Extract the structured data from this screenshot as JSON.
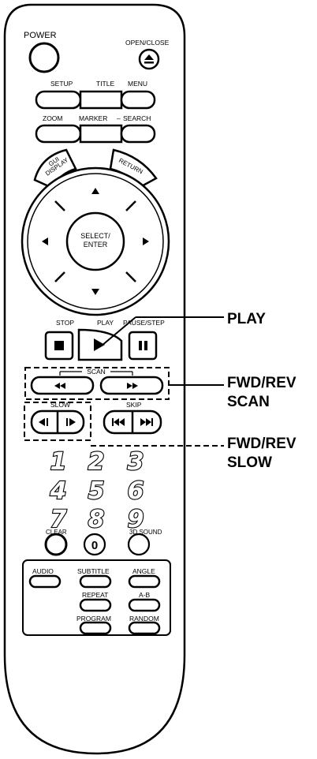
{
  "remote": {
    "power": "POWER",
    "open_close": "OPEN/CLOSE",
    "setup": "SETUP",
    "title": "TITLE",
    "menu": "MENU",
    "zoom": "ZOOM",
    "marker": "MARKER",
    "search": "SEARCH",
    "gui_display_line1": "GUI",
    "gui_display_line2": "DISPLAY",
    "return": "RETURN",
    "select_line1": "SELECT/",
    "select_line2": "ENTER",
    "stop": "STOP",
    "play": "PLAY",
    "pause_step": "PAUSE/STEP",
    "scan": "SCAN",
    "slow": "SLOW",
    "skip": "SKIP",
    "numbers": [
      "1",
      "2",
      "3",
      "4",
      "5",
      "6",
      "7",
      "8",
      "9",
      "0"
    ],
    "clear": "CLEAR",
    "sound3d": "3D SOUND",
    "audio": "AUDIO",
    "subtitle": "SUBTITLE",
    "angle": "ANGLE",
    "repeat": "REPEAT",
    "ab": "A-B",
    "program": "PROGRAM",
    "random": "RANDOM"
  },
  "callouts": {
    "play": "PLAY",
    "scan_line1": "FWD/REV",
    "scan_line2": "SCAN",
    "slow_line1": "FWD/REV",
    "slow_line2": "SLOW"
  }
}
